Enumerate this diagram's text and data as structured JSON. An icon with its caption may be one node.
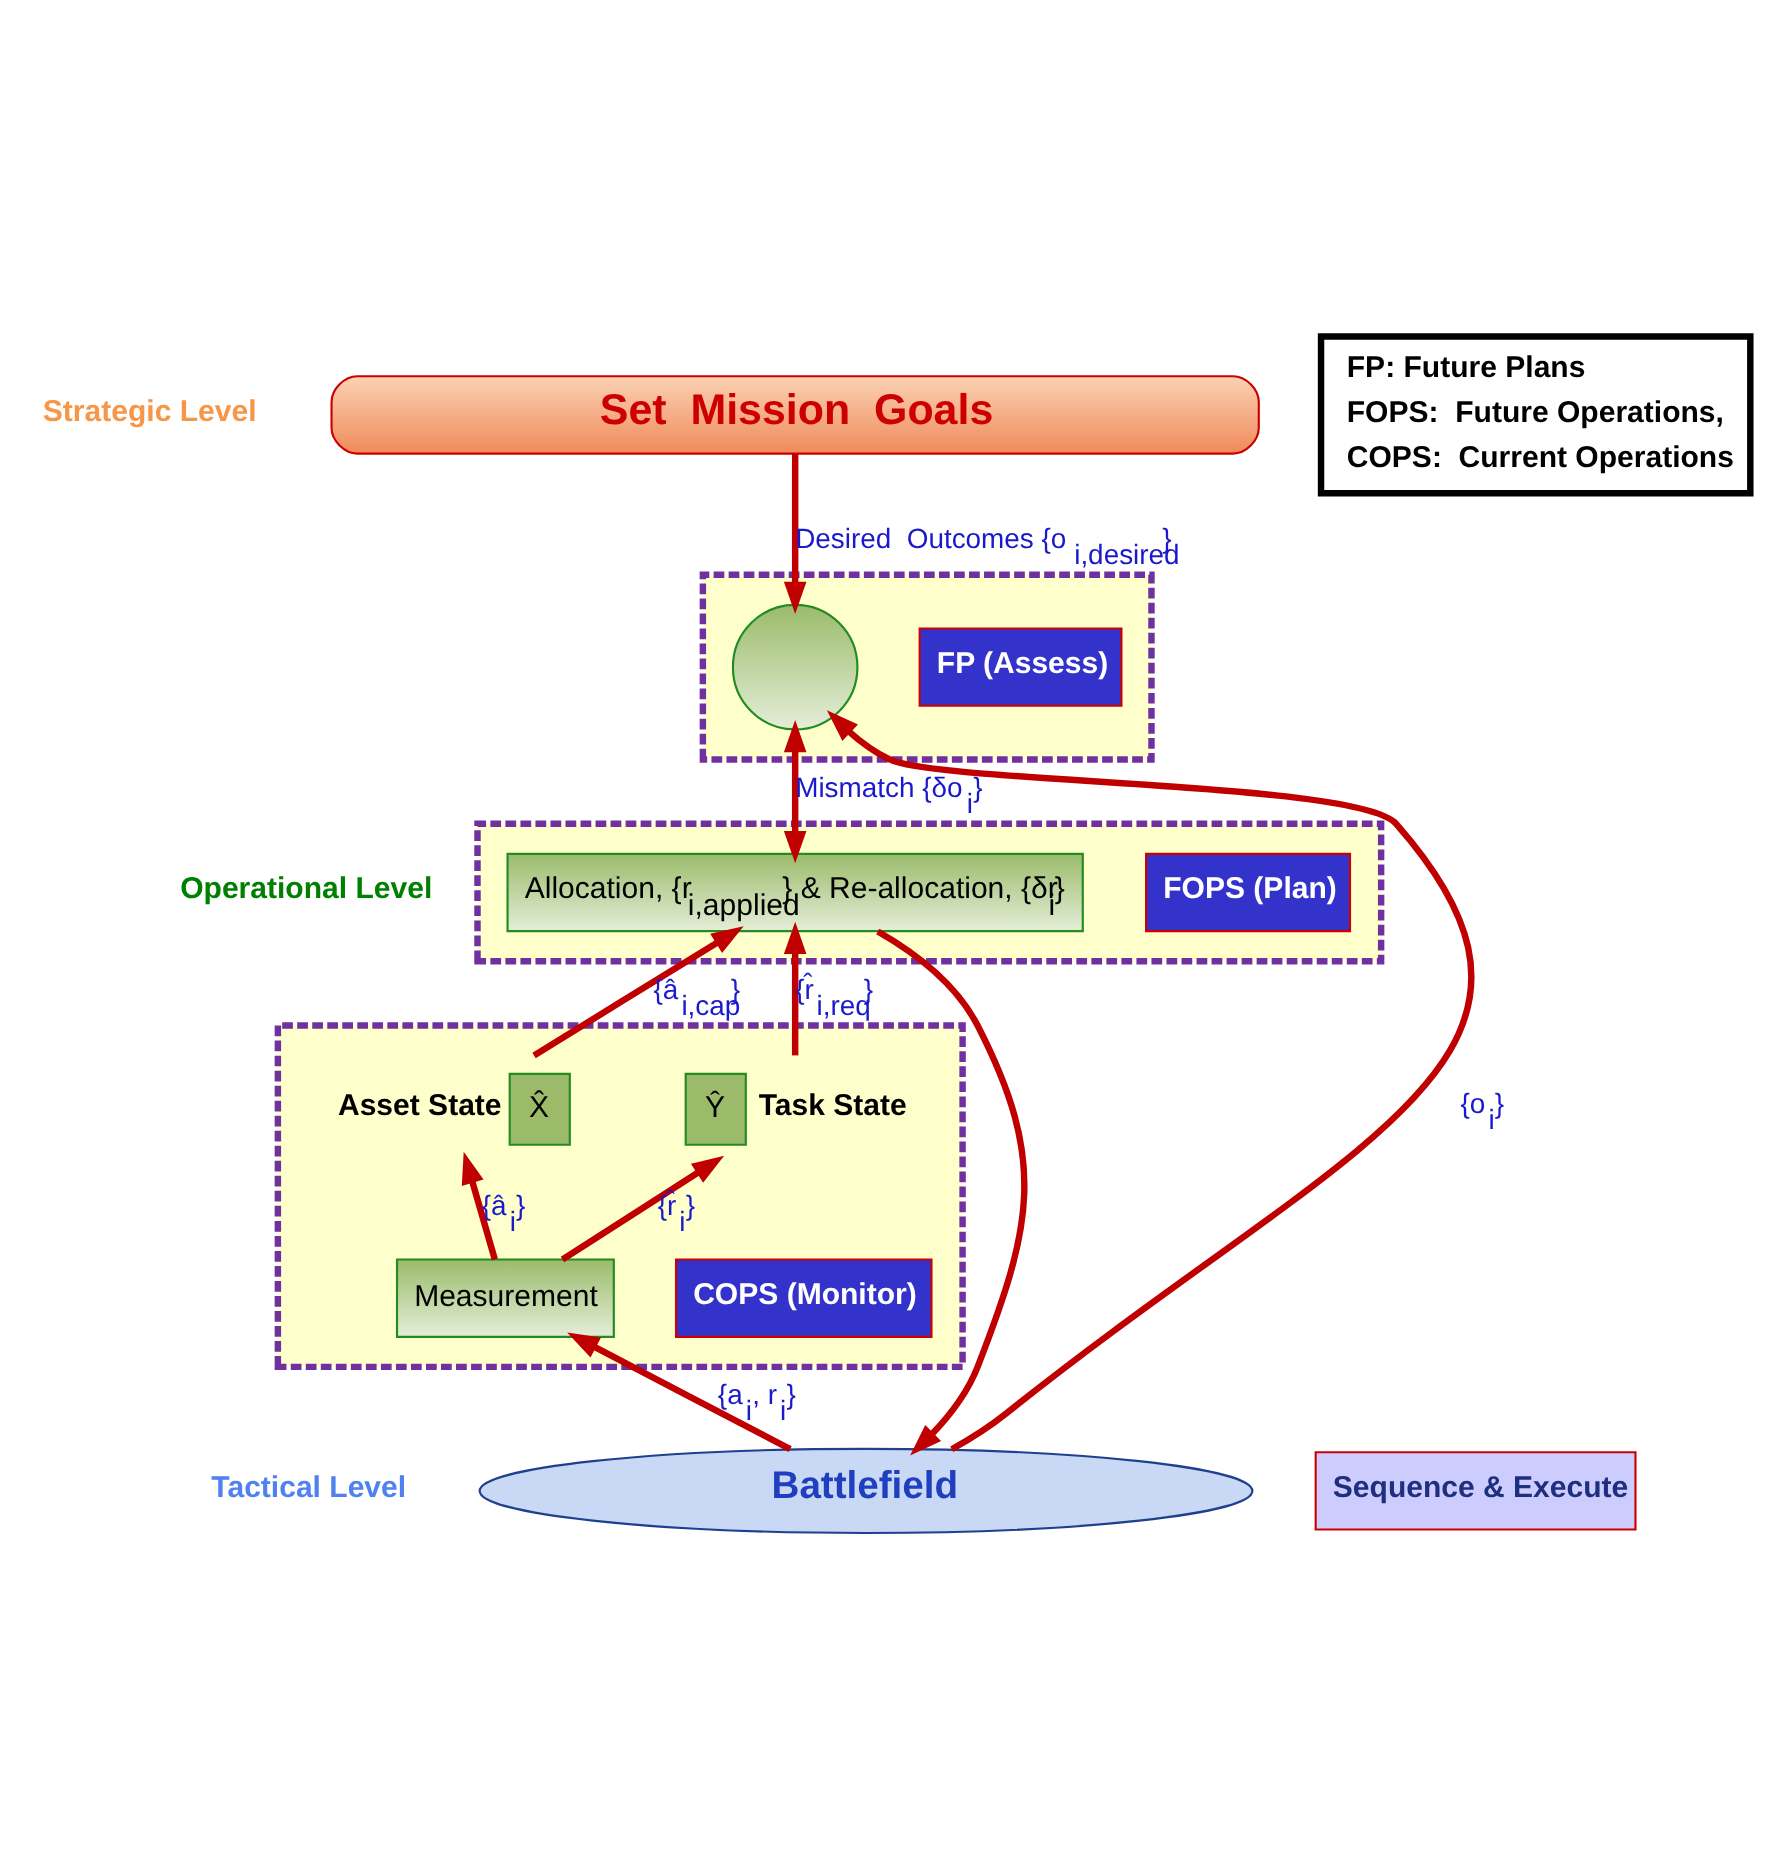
{
  "diagram": {
    "nodes": [
      {
        "text": [
          "Set  Mission  Goals"
        ]
      },
      {
        "text": [],
        "shape": "box"
      },
      {
        "text": [
          "FP (Assess)"
        ],
        "in": 1
      },
      {
        "text": [],
        "shape": "circle",
        "in": 1
      },
      {
        "text": [],
        "shape": "box"
      },
      {
        "text": [
          "FOPS (Plan)"
        ],
        "in": 4
      },
      {
        "text": [
          "Allocation, {r$_{i,applied}$} & Re-allocation, {δr$_{i}$}"
        ],
        "in": 4
      },
      {
        "text": [],
        "shape": "box"
      },
      {
        "text": [
          "COPS (Monitor)"
        ],
        "in": 7
      },
      {
        "text": [
          "X̂"
        ],
        "in": 7,
        "beside": [
          "Asset State"
        ]
      },
      {
        "text": [
          "Ŷ"
        ],
        "in": 7,
        "beside": [
          "Task State"
        ]
      },
      {
        "text": [
          "Measurement"
        ],
        "in": 7
      },
      {
        "text": [
          "Battlefield"
        ]
      },
      {
        "text": [
          "Sequence & Execute"
        ]
      },
      {
        "text": [
          "FP: Future Plans",
          "FOPS:  Future Operations,",
          "COPS:  Current Operations"
        ]
      }
    ],
    "edges": [
      {
        "from": 0,
        "to": 3,
        "arrow": "to",
        "label": "Desired  Outcomes {o$_{i,desired}$}"
      },
      {
        "from": 3,
        "to": 6,
        "arrow": "both",
        "label": "Mismatch {δo$_{i}$}"
      },
      {
        "from": 6,
        "to": 12,
        "arrow": "to"
      },
      {
        "from": 12,
        "to": 11,
        "arrow": "to",
        "label": "{a$_{i}$, r$_{i}$}"
      },
      {
        "from": 11,
        "to": 9,
        "arrow": "to",
        "label": "{â$_{i}$}"
      },
      {
        "from": 11,
        "to": 10,
        "arrow": "to",
        "label": "{r̂$_{i}$}"
      },
      {
        "from": 9,
        "to": 6,
        "arrow": "to",
        "label": "{â$_{i,cap}$}"
      },
      {
        "from": 10,
        "to": 6,
        "arrow": "to",
        "label": "{r̂$_{i,req}$}"
      },
      {
        "from": 12,
        "to": 3,
        "arrow": "to",
        "label": "{o$_{i}$}"
      }
    ],
    "labels": [
      "Strategic Level",
      "Operational Level",
      "Tactical Level"
    ]
  }
}
